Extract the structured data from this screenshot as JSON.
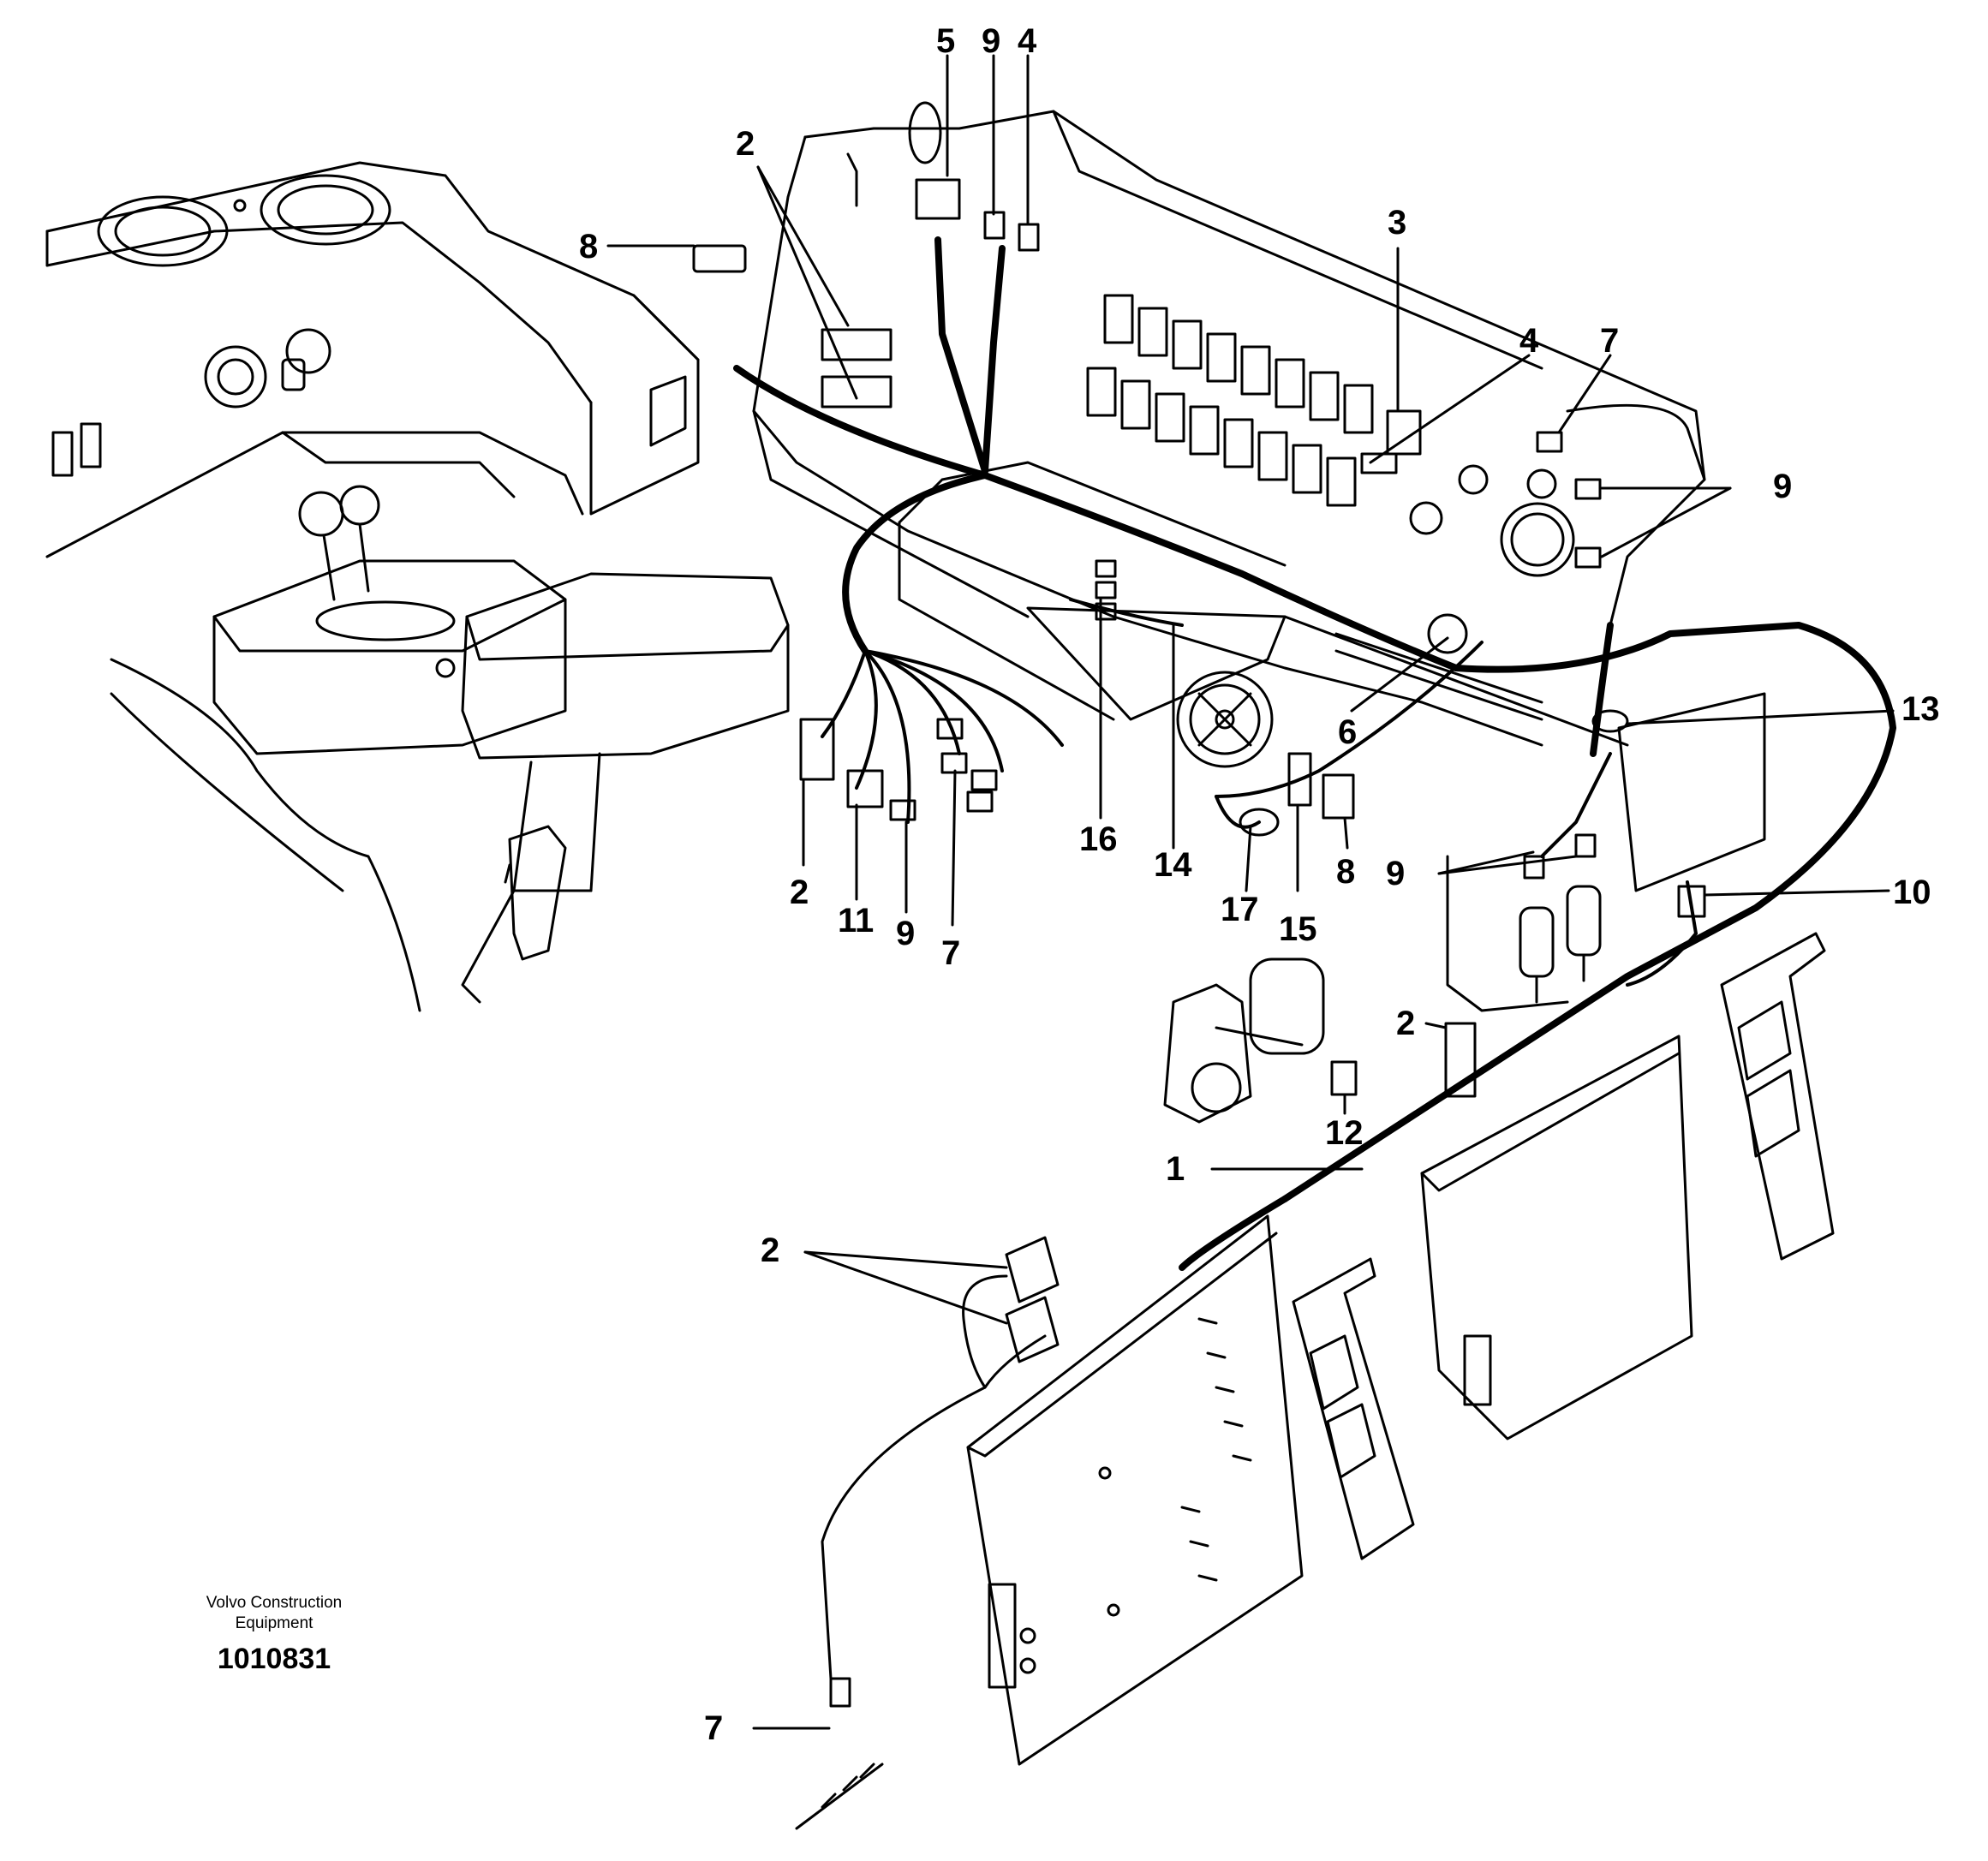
{
  "credit": {
    "line1": "Volvo Construction",
    "line2": "Equipment",
    "drawing_number": "1010831"
  },
  "callouts": [
    {
      "id": "c5",
      "text": "5"
    },
    {
      "id": "c9a",
      "text": "9"
    },
    {
      "id": "c4a",
      "text": "4"
    },
    {
      "id": "c2a",
      "text": "2"
    },
    {
      "id": "c8a",
      "text": "8"
    },
    {
      "id": "c3",
      "text": "3"
    },
    {
      "id": "c4b",
      "text": "4"
    },
    {
      "id": "c7a",
      "text": "7"
    },
    {
      "id": "c9b",
      "text": "9"
    },
    {
      "id": "c13",
      "text": "13"
    },
    {
      "id": "c6",
      "text": "6"
    },
    {
      "id": "c16",
      "text": "16"
    },
    {
      "id": "c14",
      "text": "14"
    },
    {
      "id": "c17",
      "text": "17"
    },
    {
      "id": "c15",
      "text": "15"
    },
    {
      "id": "c8b",
      "text": "8"
    },
    {
      "id": "c9c",
      "text": "9"
    },
    {
      "id": "c10",
      "text": "10"
    },
    {
      "id": "c2b",
      "text": "2"
    },
    {
      "id": "c11",
      "text": "11"
    },
    {
      "id": "c9d",
      "text": "9"
    },
    {
      "id": "c7b",
      "text": "7"
    },
    {
      "id": "c2c",
      "text": "2"
    },
    {
      "id": "c12",
      "text": "12"
    },
    {
      "id": "c1",
      "text": "1"
    },
    {
      "id": "c2d",
      "text": "2"
    },
    {
      "id": "c7c",
      "text": "7"
    }
  ]
}
